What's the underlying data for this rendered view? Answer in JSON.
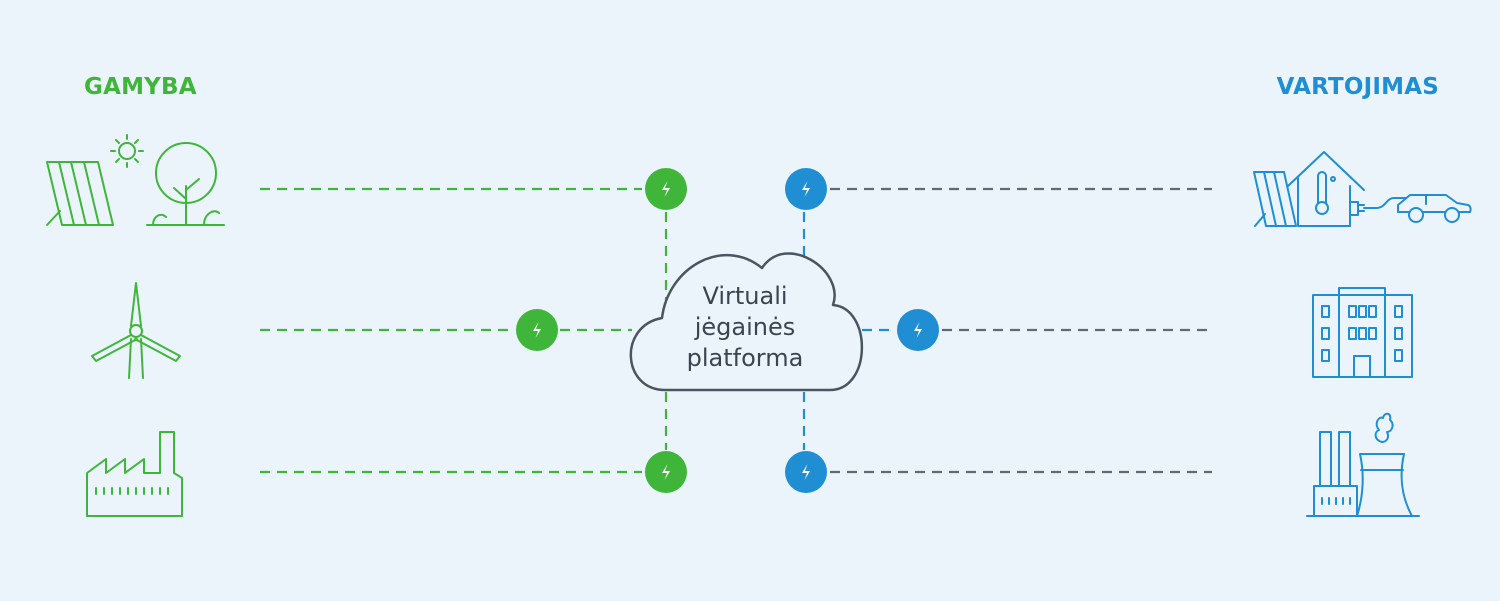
{
  "left_heading": "GAMYBA",
  "right_heading": "VARTOJIMAS",
  "platform": {
    "line1": "Virtuali",
    "line2": "jėgainės",
    "line3": "platforma"
  },
  "colors": {
    "background": "#ebf4fa",
    "production": "#3fb63a",
    "consumption": "#1f8ed3",
    "connector_gray": "#5f6b74",
    "cloud_outline": "#4a5560"
  },
  "icons": {
    "production": [
      "solar-panel-sun-tree-icon",
      "wind-turbine-icon",
      "factory-icon"
    ],
    "consumption": [
      "solar-house-electric-car-icon",
      "office-building-icon",
      "power-plant-icon"
    ],
    "node": "lightning-bolt-icon",
    "platform": "cloud-icon"
  }
}
